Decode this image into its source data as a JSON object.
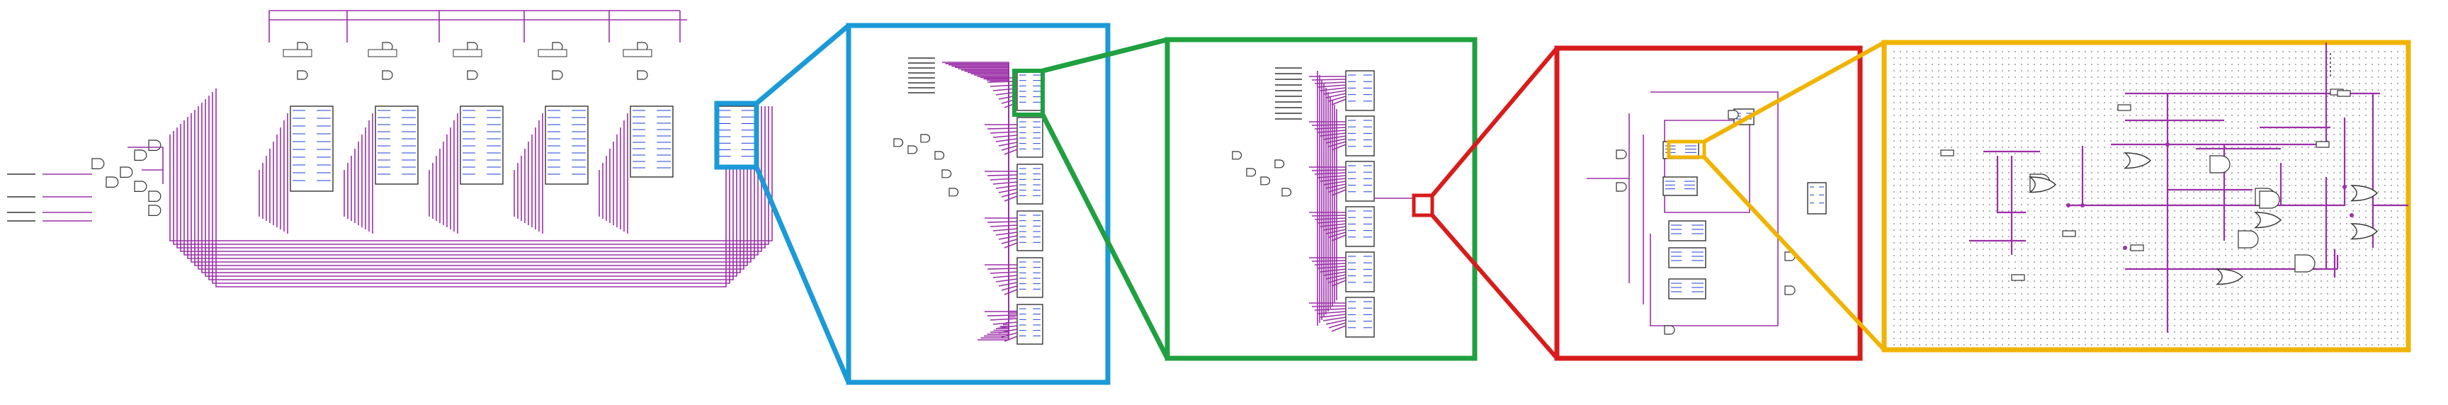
{
  "colors": {
    "wire": "#9b30a8",
    "block": "#333333",
    "label": "#1f3fd6",
    "zoom_blue": "#1b9ad8",
    "zoom_green": "#20a040",
    "zoom_red": "#d81c1c",
    "zoom_yellow": "#f0b400",
    "grid_dot": "#9a9a9a"
  },
  "stages": [
    {
      "id": "overview",
      "border": "none"
    },
    {
      "id": "zoom-1",
      "border": "zoom_blue"
    },
    {
      "id": "zoom-2",
      "border": "zoom_green"
    },
    {
      "id": "zoom-3",
      "border": "zoom_red"
    },
    {
      "id": "zoom-4",
      "border": "zoom_yellow",
      "grid": true
    }
  ]
}
